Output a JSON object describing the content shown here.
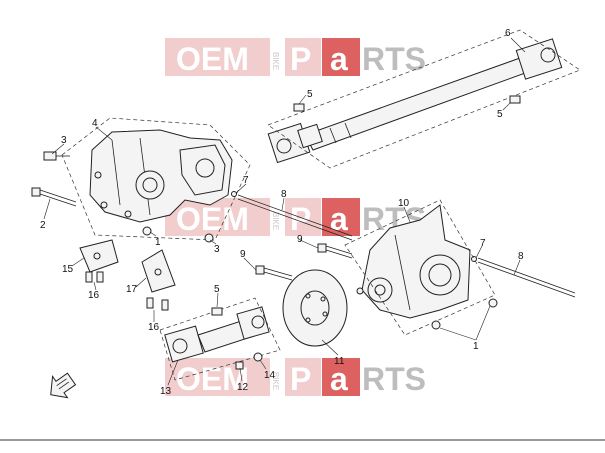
{
  "watermark": {
    "brand_left": "OEM",
    "brand_small": "BIKE",
    "brand_p": "P",
    "brand_a": "a",
    "brand_right": "RTS",
    "colors": {
      "band": "#e8a4a4",
      "grey": "#bdbdbd",
      "red": "#d43a3a"
    }
  },
  "callouts": {
    "c1a": "1",
    "c1b": "1",
    "c2": "2",
    "c3a": "3",
    "c3b": "3",
    "c4": "4",
    "c5a": "5",
    "c5b": "5",
    "c5c": "5",
    "c6": "6",
    "c7a": "7",
    "c7b": "7",
    "c8a": "8",
    "c8b": "8",
    "c9a": "9",
    "c9b": "9",
    "c10": "10",
    "c11": "11",
    "c12": "12",
    "c13": "13",
    "c14": "14",
    "c15": "15",
    "c16a": "16",
    "c16b": "16",
    "c17": "17"
  },
  "icons": {
    "orientation": "arrow-icon"
  }
}
